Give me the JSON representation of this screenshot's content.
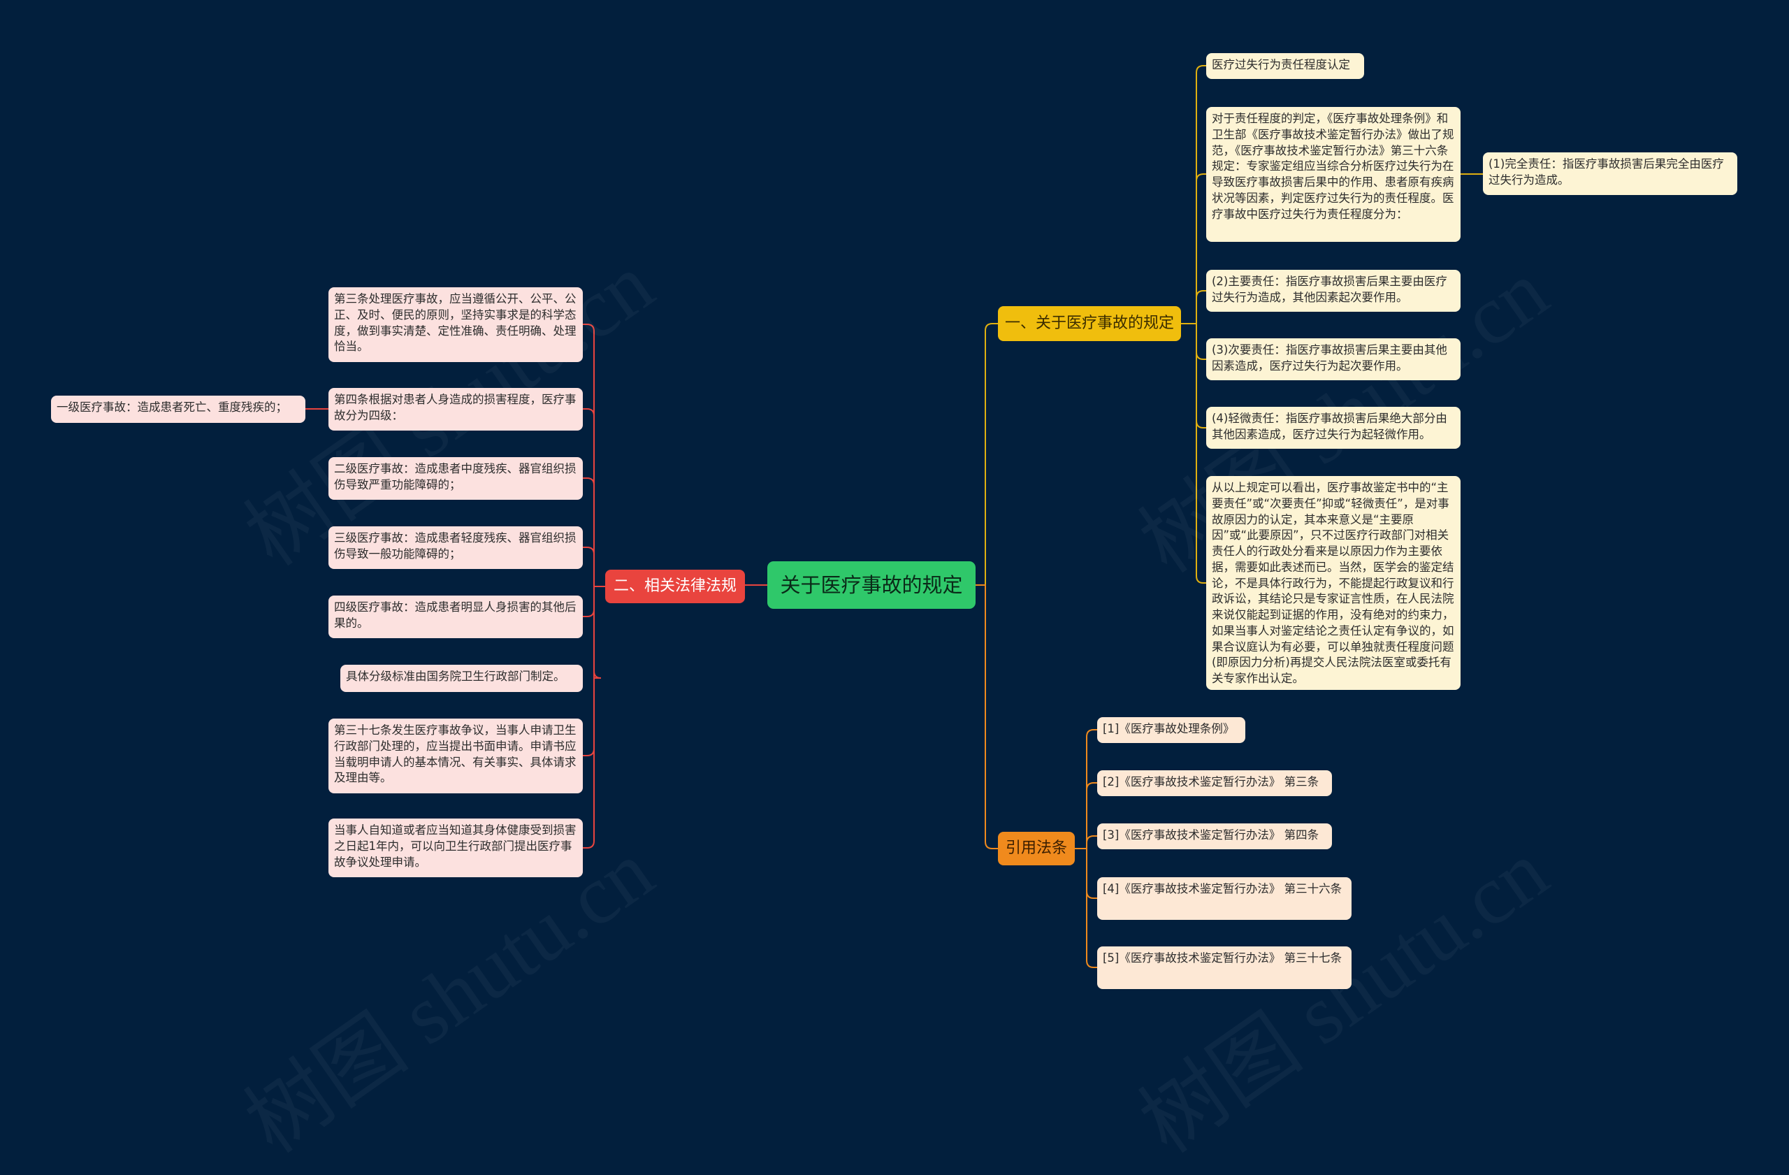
{
  "colors": {
    "background": "#021f3d",
    "root": "#2fc86a",
    "branch_yellow": "#f0be0d",
    "branch_red": "#e9443e",
    "branch_orange": "#f08a1d",
    "line_yellow": "#e0b010",
    "line_red": "#e9443e",
    "line_orange": "#f08a1d"
  },
  "watermark": "树图 shutu.cn",
  "root": "关于医疗事故的规定",
  "branch1": {
    "label": "一、关于医疗事故的规定",
    "items": [
      "医疗过失行为责任程度认定",
      "对于责任程度的判定，《医疗事故处理条例》和卫生部《医疗事故技术鉴定暂行办法》做出了规范，《医疗事故技术鉴定暂行办法》第三十六条规定：专家鉴定组应当综合分析医疗过失行为在导致医疗事故损害后果中的作用、患者原有疾病状况等因素，判定医疗过失行为的责任程度。医疗事故中医疗过失行为责任程度分为：",
      "(2)主要责任：指医疗事故损害后果主要由医疗过失行为造成，其他因素起次要作用。",
      "(3)次要责任：指医疗事故损害后果主要由其他因素造成，医疗过失行为起次要作用。",
      "(4)轻微责任：指医疗事故损害后果绝大部分由其他因素造成，医疗过失行为起轻微作用。",
      "从以上规定可以看出，医疗事故鉴定书中的“主要责任”或“次要责任”抑或“轻微责任”，是对事故原因力的认定，其本来意义是“主要原因”或“此要原因”，只不过医疗行政部门对相关责任人的行政处分看来是以原因力作为主要依据，需要如此表述而已。当然，医学会的鉴定结论，不是具体行政行为，不能提起行政复议和行政诉讼，其结论只是专家证言性质，在人民法院来说仅能起到证据的作用，没有绝对的约束力，如果当事人对鉴定结论之责任认定有争议的，如果合议庭认为有必要，可以单独就责任程度问题(即原因力分析)再提交人民法院法医室或委托有关专家作出认定。"
    ],
    "sub_item": "(1)完全责任：指医疗事故损害后果完全由医疗过失行为造成。"
  },
  "branch2": {
    "label": "二、相关法律法规",
    "items": [
      "第三条处理医疗事故，应当遵循公开、公平、公正、及时、便民的原则，坚持实事求是的科学态度，做到事实清楚、定性准确、责任明确、处理恰当。",
      "第四条根据对患者人身造成的损害程度，医疗事故分为四级：",
      "二级医疗事故：造成患者中度残疾、器官组织损伤导致严重功能障碍的；",
      "三级医疗事故：造成患者轻度残疾、器官组织损伤导致一般功能障碍的；",
      "四级医疗事故：造成患者明显人身损害的其他后果的。",
      "具体分级标准由国务院卫生行政部门制定。",
      "第三十七条发生医疗事故争议，当事人申请卫生行政部门处理的，应当提出书面申请。申请书应当载明申请人的基本情况、有关事实、具体请求及理由等。",
      "当事人自知道或者应当知道其身体健康受到损害之日起1年内，可以向卫生行政部门提出医疗事故争议处理申请。"
    ],
    "sub_item": "一级医疗事故：造成患者死亡、重度残疾的；"
  },
  "branch3": {
    "label": "引用法条",
    "items": [
      "[1]《医疗事故处理条例》",
      "[2]《医疗事故技术鉴定暂行办法》 第三条",
      "[3]《医疗事故技术鉴定暂行办法》 第四条",
      "[4]《医疗事故技术鉴定暂行办法》 第三十六条",
      "[5]《医疗事故技术鉴定暂行办法》 第三十七条"
    ]
  }
}
